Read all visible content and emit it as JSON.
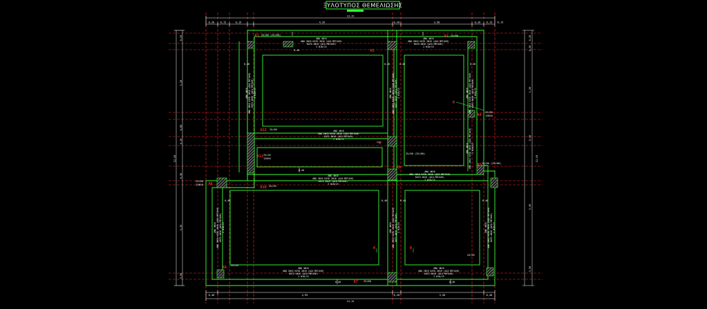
{
  "drawing": {
    "title": "ΞΥΛΟΤΥΠΟΣ ΘΕΜΕΛΙΩΣΗΣ",
    "colors": {
      "background": "#000000",
      "beam": "#39ff39",
      "axis": "#ff2a2a",
      "dimension": "#ffffff",
      "column_hatch": "#b8b8b8",
      "title_frame": "#39ff39"
    }
  },
  "overall_dims": {
    "top": "13,15",
    "bottom": "13,15"
  },
  "top_dims": [
    "0,20",
    "0,15",
    "0,15",
    "4,35",
    "0,20",
    "3,50",
    "0,20",
    "0,15",
    "0,15"
  ],
  "bottom_dims": [
    "0,40",
    "4,95",
    "0,20",
    "3,50",
    "0,40"
  ],
  "left_dims": [
    "0,25",
    "1,20",
    "0,80",
    "0,15",
    "0,30",
    "3,35",
    "3,50"
  ],
  "right_dims": [
    "0,20",
    "0,20",
    "1,20",
    "0,35",
    "3,30",
    "3,50"
  ],
  "side_totals": {
    "left": "12,50",
    "right": "12,55"
  },
  "columns": [
    "K1",
    "K2",
    "K3",
    "K4",
    "K5",
    "K6",
    "K7",
    "K8",
    "K9",
    "K10",
    "K11",
    "K12"
  ],
  "column_sections": [
    "25/60 (25/60)",
    "25/60",
    "25/45",
    "12Φ16",
    "25/50",
    "25/60",
    "25/45",
    "25/60 (25/60)"
  ],
  "beam_notes": {
    "top": "ΑΝΩ 4Φ16",
    "mid": "ΑΝΩ 2Φ16 ΚΑΤΩ 2Φ16 (ΔΙΑ ΜΕΓΑΛΗ)",
    "bottom": "ΚΑΤΩ 4Φ16 (ΔΙΑ ΜΕΓΑΛΗ)",
    "stirrups": "Σ Φ10/15"
  },
  "beam_thickness": "0,40",
  "axis_marks": [
    "Θ",
    "Θ",
    "Θ",
    "Θ"
  ]
}
